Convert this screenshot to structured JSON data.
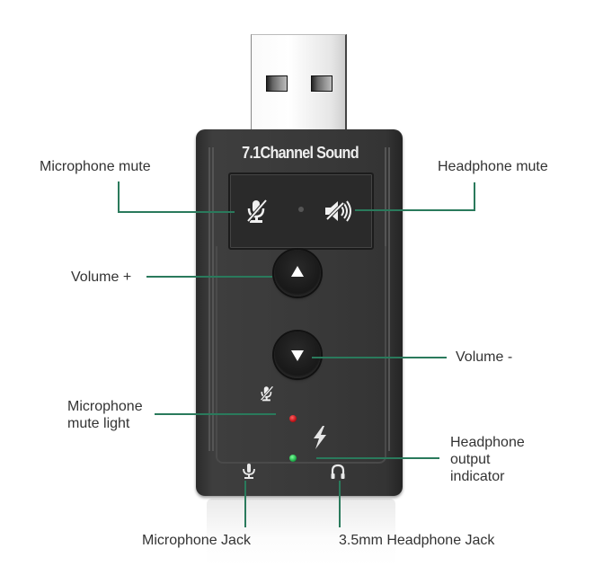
{
  "device": {
    "title": "7.1Channel Sound",
    "colors": {
      "body": "#3a3a3a",
      "callout_line": "#2a7a5c",
      "label_text": "#333333",
      "mic_mute_led": "#c0141a",
      "headphone_led": "#1fae4a",
      "usb_plug": "#f2f2f2"
    },
    "icons": {
      "mic_mute": "microphone-muted-icon",
      "headphone_mute": "speaker-muted-icon",
      "volume_up": "triangle-up-icon",
      "volume_down": "triangle-down-icon",
      "mic_mute_small": "microphone-muted-icon",
      "output_indicator": "lightning-icon",
      "mic_jack": "microphone-icon",
      "headphone_jack": "headphone-icon"
    }
  },
  "callouts": {
    "mic_mute": "Microphone mute",
    "headphone_mute": "Headphone mute",
    "volume_up": "Volume +",
    "volume_down": "Volume -",
    "mic_mute_light_line1": "Microphone",
    "mic_mute_light_line2": "mute light",
    "headphone_output_line1": "Headphone",
    "headphone_output_line2": "output",
    "headphone_output_line3": "indicator",
    "mic_jack": "Microphone Jack",
    "headphone_jack": "3.5mm Headphone Jack"
  }
}
